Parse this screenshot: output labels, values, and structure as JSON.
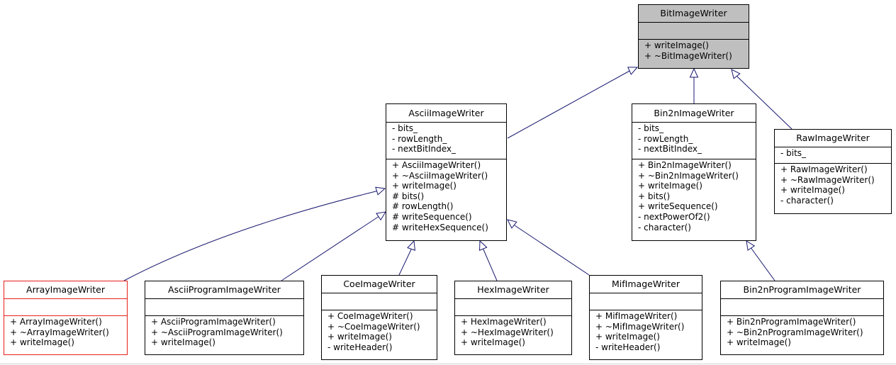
{
  "classes": {
    "bit_image_writer": {
      "name": "BitImageWriter",
      "attributes": [],
      "methods": [
        "+ writeImage()",
        "+ ~BitImageWriter()"
      ]
    },
    "ascii_image_writer": {
      "name": "AsciiImageWriter",
      "attributes": [
        "- bits_",
        "- rowLength_",
        "- nextBitIndex_"
      ],
      "methods": [
        "+ AsciiImageWriter()",
        "+ ~AsciiImageWriter()",
        "+ writeImage()",
        "# bits()",
        "# rowLength()",
        "# writeSequence()",
        "# writeHexSequence()"
      ]
    },
    "bin2n_image_writer": {
      "name": "Bin2nImageWriter",
      "attributes": [
        "- bits_",
        "- rowLength_",
        "- nextBitIndex_"
      ],
      "methods": [
        "+ Bin2nImageWriter()",
        "+ ~Bin2nImageWriter()",
        "+ writeImage()",
        "+ bits()",
        "+ writeSequence()",
        "- nextPowerOf2()",
        "- character()"
      ]
    },
    "raw_image_writer": {
      "name": "RawImageWriter",
      "attributes": [
        "- bits_"
      ],
      "methods": [
        "+ RawImageWriter()",
        "+ ~RawImageWriter()",
        "+ writeImage()",
        "- character()"
      ]
    },
    "array_image_writer": {
      "name": "ArrayImageWriter",
      "attributes": [],
      "methods": [
        "+ ArrayImageWriter()",
        "+ ~ArrayImageWriter()",
        "+ writeImage()"
      ]
    },
    "ascii_program_image_writer": {
      "name": "AsciiProgramImageWriter",
      "attributes": [],
      "methods": [
        "+ AsciiProgramImageWriter()",
        "+ ~AsciiProgramImageWriter()",
        "+ writeImage()"
      ]
    },
    "coe_image_writer": {
      "name": "CoeImageWriter",
      "attributes": [],
      "methods": [
        "+ CoeImageWriter()",
        "+ ~CoeImageWriter()",
        "+ writeImage()",
        "- writeHeader()"
      ]
    },
    "hex_image_writer": {
      "name": "HexImageWriter",
      "attributes": [],
      "methods": [
        "+ HexImageWriter()",
        "+ ~HexImageWriter()",
        "+ writeImage()"
      ]
    },
    "mif_image_writer": {
      "name": "MifImageWriter",
      "attributes": [],
      "methods": [
        "+ MifImageWriter()",
        "+ ~MifImageWriter()",
        "+ writeImage()",
        "- writeHeader()"
      ]
    },
    "bin2n_program_image_writer": {
      "name": "Bin2nProgramImageWriter",
      "attributes": [],
      "methods": [
        "+ Bin2nProgramImageWriter()",
        "+ ~Bin2nProgramImageWriter()",
        "+ writeImage()"
      ]
    }
  },
  "colors": {
    "edge": "#191970",
    "highlight_border": "#e8201a",
    "root_fill": "#bfbfbf"
  }
}
